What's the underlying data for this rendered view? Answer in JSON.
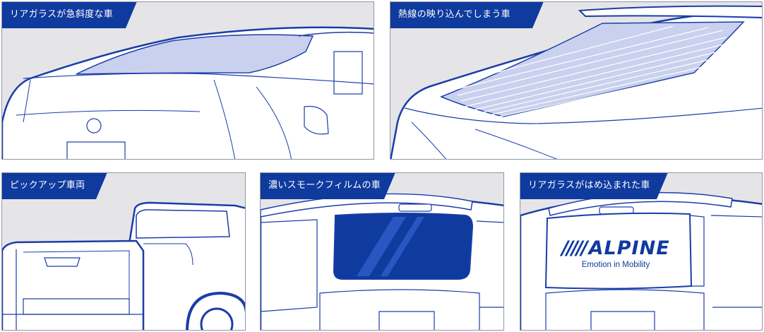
{
  "panels": [
    {
      "label": "リアガラスが急斜度な車"
    },
    {
      "label": "熱線の映り込んでしまう車"
    },
    {
      "label": "ピックアップ車両"
    },
    {
      "label": "濃いスモークフィルムの車"
    },
    {
      "label": "リアガラスがはめ込まれた車"
    }
  ],
  "brand": {
    "logo_text": "ALPINE",
    "logo_slashes": "/////",
    "tagline": "Emotion in Mobility"
  },
  "colors": {
    "label_bg": "#0f3a9e",
    "outline": "#1a3da8",
    "glass_light": "#c9d1ee",
    "glass_dark": "#0f3a9e",
    "background": "#e5e5e8"
  }
}
